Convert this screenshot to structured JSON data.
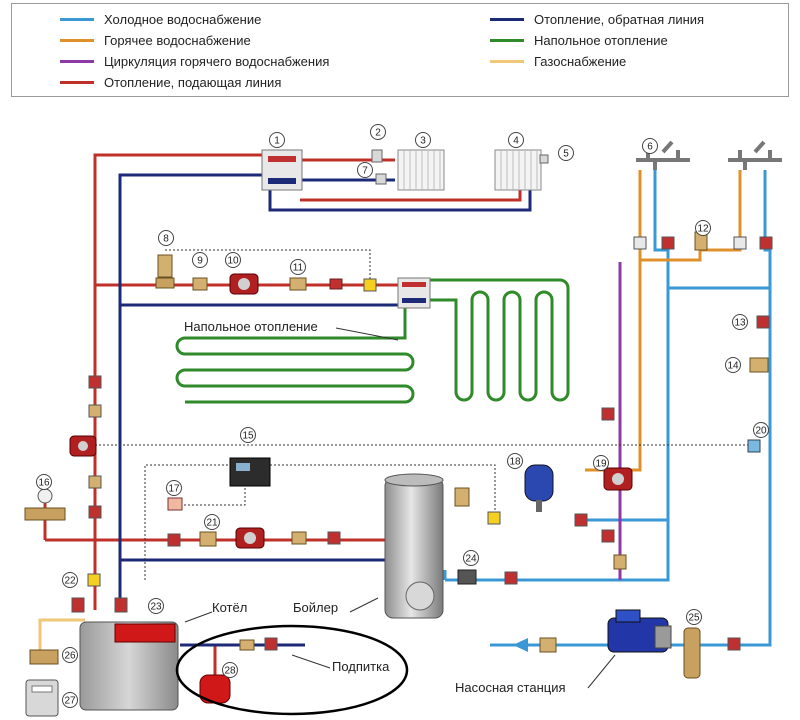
{
  "colors": {
    "cold": "#3a98d6",
    "hot": "#e0902a",
    "circulation": "#8e3aa6",
    "supply": "#c0302a",
    "return": "#1c2a78",
    "floor": "#2f8a2a",
    "gas": "#f0c878"
  },
  "legend": [
    {
      "label": "Холодное водоснабжение",
      "color": "#3a98d6"
    },
    {
      "label": "Горячее водоснабжение",
      "color": "#e0902a"
    },
    {
      "label": "Циркуляция горячего водоснабжения",
      "color": "#8e3aa6"
    },
    {
      "label": "Отопление, подающая линия",
      "color": "#c0302a"
    },
    {
      "label": "Отопление, обратная линия",
      "color": "#1c2a78"
    },
    {
      "label": "Напольное отопление",
      "color": "#2f8a2a"
    },
    {
      "label": "Газоснабжение",
      "color": "#f0c878"
    }
  ],
  "labels": {
    "floor_heating": "Напольное отопление",
    "boiler_unit": "Котёл",
    "water_heater": "Бойлер",
    "makeup": "Подпитка",
    "pump_station": "Насосная станция"
  },
  "numbers": [
    "1",
    "2",
    "3",
    "4",
    "5",
    "6",
    "7",
    "8",
    "9",
    "10",
    "11",
    "12",
    "13",
    "14",
    "15",
    "16",
    "17",
    "18",
    "19",
    "20",
    "21",
    "22",
    "23",
    "24",
    "25",
    "26",
    "27",
    "28"
  ]
}
